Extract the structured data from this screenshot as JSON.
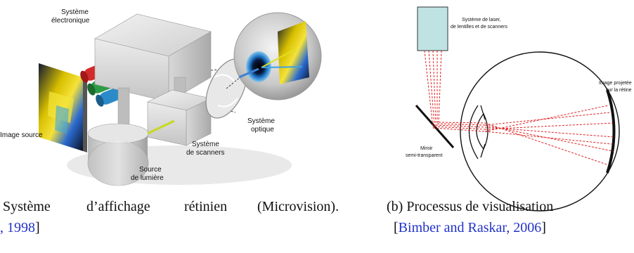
{
  "figure_a": {
    "labels": {
      "electronic_1": "Système",
      "electronic_2": "électronique",
      "image_source": "Image source",
      "scanners_1": "Système",
      "scanners_2": "de scanners",
      "optical_1": "Système",
      "optical_2": "optique",
      "light_1": "Source",
      "light_2": "de lumière"
    },
    "caption": {
      "words": [
        "Système",
        "d’affichage",
        "rétinien",
        "(Microvision)."
      ],
      "line2_citation": ", 1998",
      "line2_close": "]"
    }
  },
  "figure_b": {
    "labels": {
      "laser_1": "Système de laser,",
      "laser_2": "de lentilles et de scanners",
      "projected_1": "Image projetée",
      "projected_2": "sur la rétine",
      "mirror_1": "Miroir",
      "mirror_2": "semi-transparent"
    },
    "caption": {
      "line1": "(b) Processus de visualisation",
      "line2_open": "[",
      "line2_citation": "Bimber and Raskar, 2006",
      "line2_close": "]"
    }
  },
  "colors": {
    "citation": "#2233c9",
    "laser_ray": "#e02020",
    "laser_box": "#bfe3e3"
  }
}
